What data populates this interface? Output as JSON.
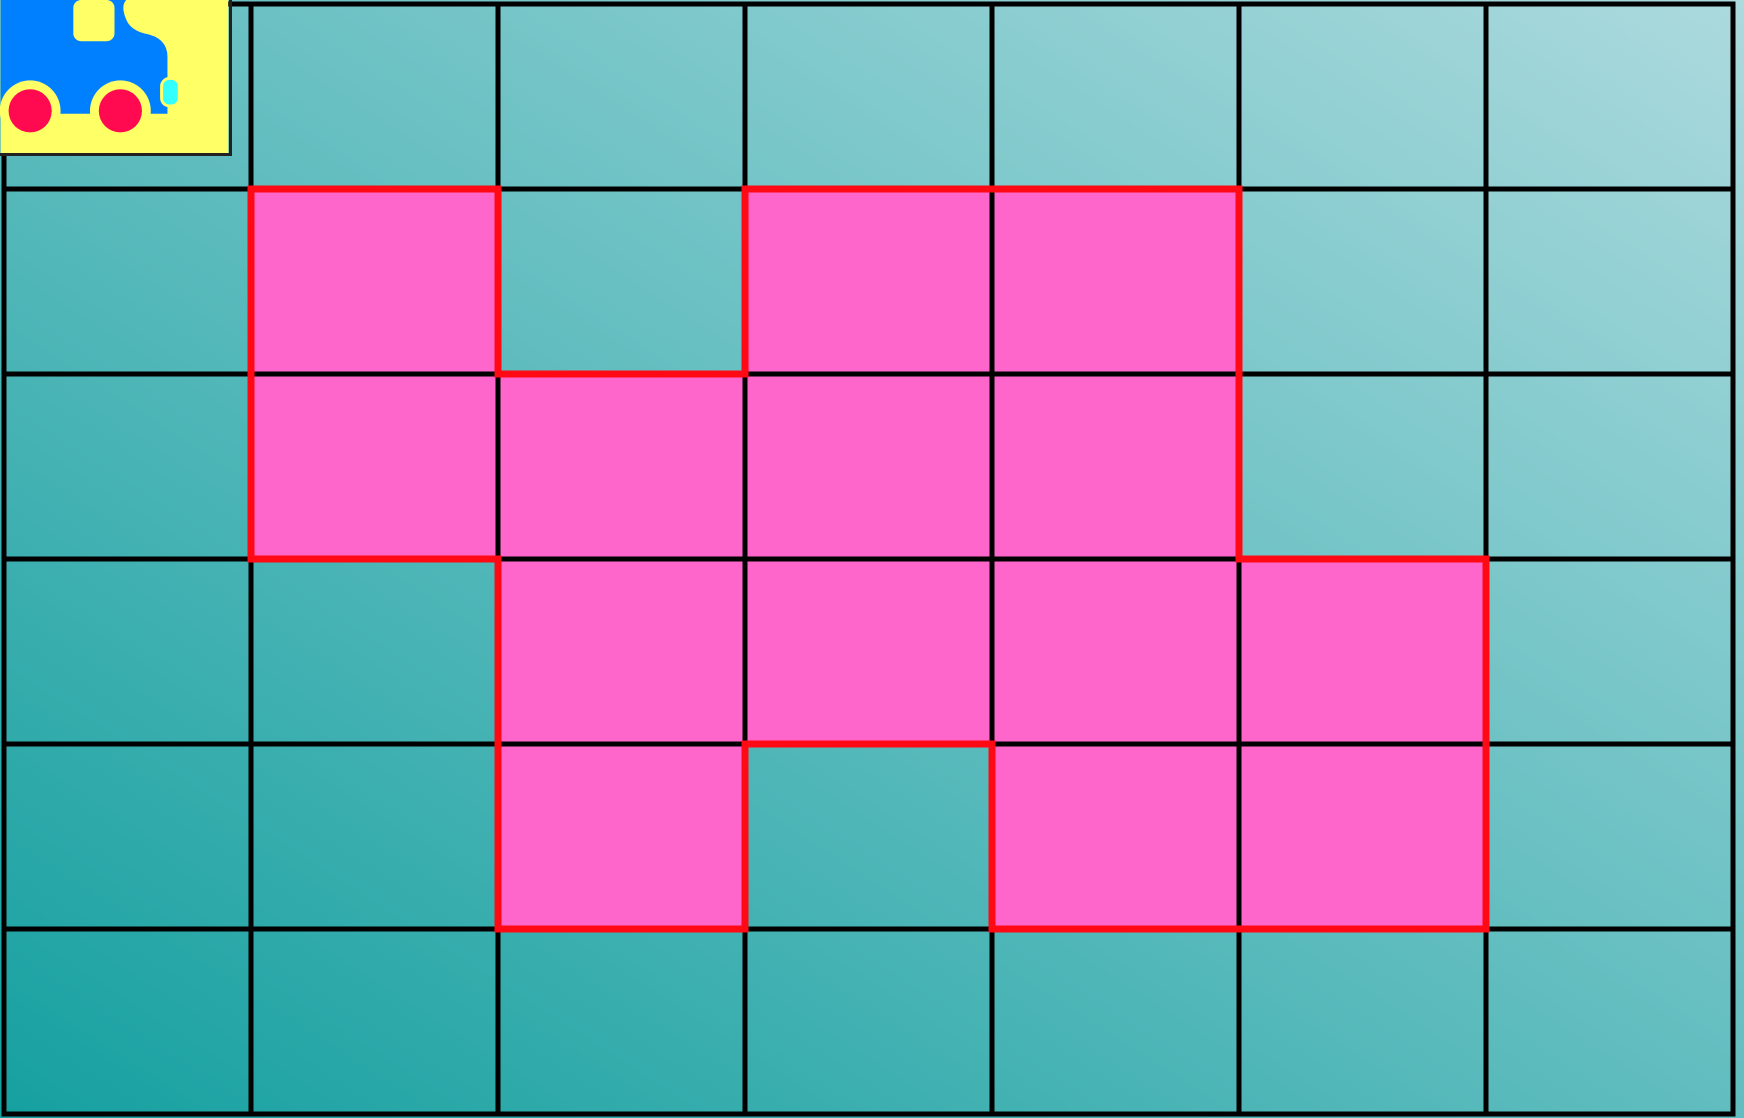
{
  "board": {
    "rows": 6,
    "cols": 7,
    "background_gradient": {
      "start_color": "#16a0a0",
      "end_color": "#acdade"
    },
    "grid_line_color": "#000000",
    "highlight_fill_color": "#ff66cc",
    "highlight_border_color": "#ff0a14",
    "highlighted_cells": [
      [
        1,
        1
      ],
      [
        1,
        3
      ],
      [
        1,
        4
      ],
      [
        2,
        1
      ],
      [
        2,
        2
      ],
      [
        2,
        3
      ],
      [
        2,
        4
      ],
      [
        3,
        2
      ],
      [
        3,
        3
      ],
      [
        3,
        4
      ],
      [
        3,
        5
      ],
      [
        4,
        2
      ],
      [
        4,
        4
      ],
      [
        4,
        5
      ]
    ]
  },
  "truck_card": {
    "icon": "truck-icon",
    "background_color": "#ffff66",
    "body_color": "#0080ff",
    "wheel_color": "#ff0a50",
    "light_color": "#33ffff"
  }
}
